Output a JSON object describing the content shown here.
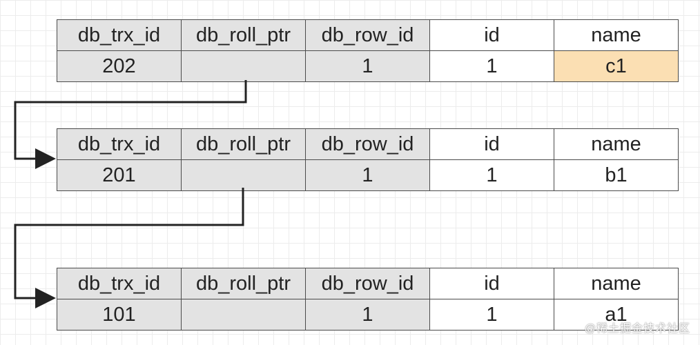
{
  "columns": [
    "db_trx_id",
    "db_roll_ptr",
    "db_row_id",
    "id",
    "name"
  ],
  "records": [
    {
      "db_trx_id": "202",
      "db_roll_ptr": "",
      "db_row_id": "1",
      "id": "1",
      "name": "c1",
      "highlight": true
    },
    {
      "db_trx_id": "201",
      "db_roll_ptr": "",
      "db_row_id": "1",
      "id": "1",
      "name": "b1",
      "highlight": false
    },
    {
      "db_trx_id": "101",
      "db_roll_ptr": "",
      "db_row_id": "1",
      "id": "1",
      "name": "a1",
      "highlight": false
    }
  ],
  "colors": {
    "hidden_column_fill": "#e3e3e3",
    "highlight_fill": "#fbdfb3",
    "border": "#4a4a4a",
    "arrow": "#222222"
  },
  "watermark": "@稀土掘金技术社区"
}
